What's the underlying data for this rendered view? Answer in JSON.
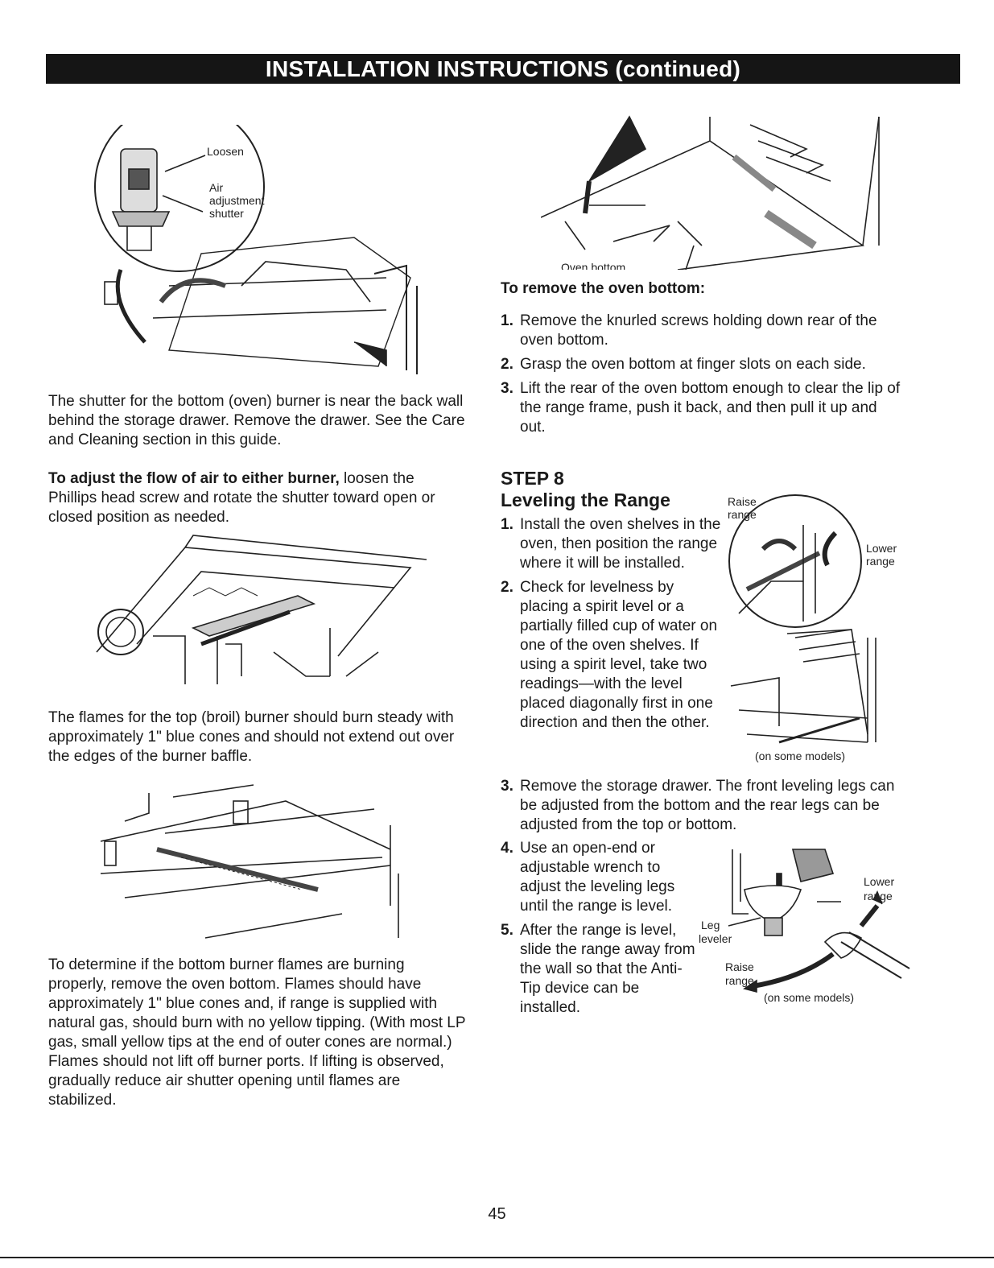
{
  "header": {
    "title": "INSTALLATION INSTRUCTIONS (continued)"
  },
  "figures": {
    "shutter": {
      "loosen": "Loosen",
      "air": "Air",
      "adjustment": "adjustment",
      "shutter": "shutter"
    },
    "oven_bottom": {
      "label": "Oven bottom"
    },
    "leveling_top": {
      "raise": "Raise",
      "range1": "range",
      "lower": "Lower",
      "range2": "range",
      "note": "(on some models)"
    },
    "leveling_bottom": {
      "lower": "Lower",
      "range1": "range",
      "leg": "Leg",
      "leveler": "leveler",
      "raise": "Raise",
      "range2": "range",
      "note": "(on some models)"
    }
  },
  "left": {
    "para1": "The shutter for the bottom (oven) burner is near the back wall behind the storage drawer. Remove the drawer. See the Care and Cleaning section in this guide.",
    "para2_bold": "To adjust the flow of air to either burner,",
    "para2_rest": " loosen the Phillips head screw and rotate the shutter toward open or closed position as needed.",
    "para3": "The flames for the top (broil) burner should burn steady with approximately 1\" blue cones and should not extend out over the edges of the burner baffle.",
    "para4": "To determine if the bottom burner flames are burning properly, remove the oven bottom. Flames should have approximately 1\" blue cones and, if range is supplied with natural gas, should burn with no yellow tipping. (With most LP gas, small yellow tips at the end of outer cones are normal.) Flames should not lift off burner ports. If lifting is observed, gradually reduce air shutter opening until flames are stabilized."
  },
  "right": {
    "remove_heading": "To remove the oven bottom:",
    "remove_steps": [
      {
        "num": "1.",
        "text": "Remove the knurled screws holding down rear of the oven bottom."
      },
      {
        "num": "2.",
        "text": "Grasp the oven bottom at finger slots on each side."
      },
      {
        "num": "3.",
        "text": "Lift the rear of the oven bottom enough to clear the lip of the range frame, push it back, and then pull it up and out."
      }
    ],
    "step_label": "STEP 8",
    "step_title": "Leveling the Range",
    "level_steps_a": [
      {
        "num": "1.",
        "text": "Install the oven shelves in the oven, then position the range where it will be installed."
      },
      {
        "num": "2.",
        "text": "Check for levelness by placing a spirit level or a partially filled cup of water on one of the oven shelves. If using a spirit level, take two readings—with the level placed diagonally first in one direction and then the other."
      }
    ],
    "level_step3": {
      "num": "3.",
      "text": "Remove the storage drawer. The front leveling legs can be adjusted from the bottom and the rear legs can be adjusted from the top or bottom."
    },
    "level_steps_b": [
      {
        "num": "4.",
        "text": "Use an open-end or adjustable wrench to adjust the leveling legs until the range is level."
      },
      {
        "num": "5.",
        "text": "After the range is level, slide the range away from the wall so that the Anti-Tip device can be installed."
      }
    ]
  },
  "footer": {
    "page_number": "45"
  }
}
